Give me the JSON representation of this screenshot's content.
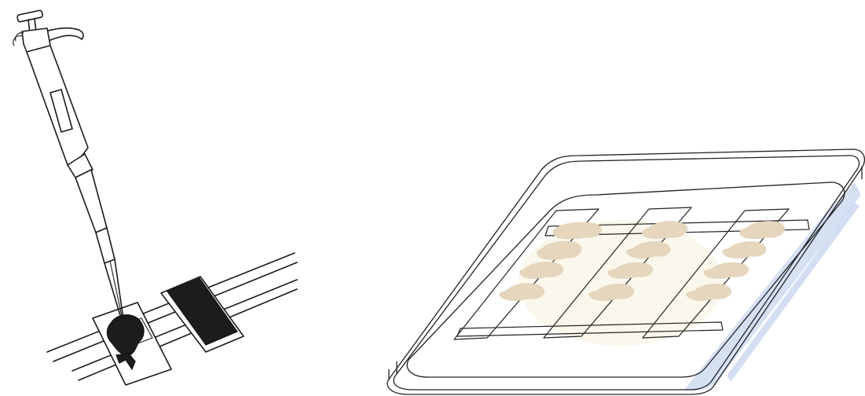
{
  "figure": {
    "left_panel": {
      "objects": [
        "pipette",
        "slide-with-sample",
        "dark-slide",
        "slide-rack"
      ]
    },
    "right_panel": {
      "objects": [
        "humidified-tray",
        "slide-1",
        "slide-2",
        "slide-3",
        "tissue-sections"
      ],
      "slide_count": 3,
      "sections_per_slide": 4
    },
    "colors": {
      "line": "#1a1a1a",
      "dark_slide": "#1c1c1c",
      "tissue_section": "#e6d6bd",
      "tray_water": "#c7d6ef"
    }
  }
}
